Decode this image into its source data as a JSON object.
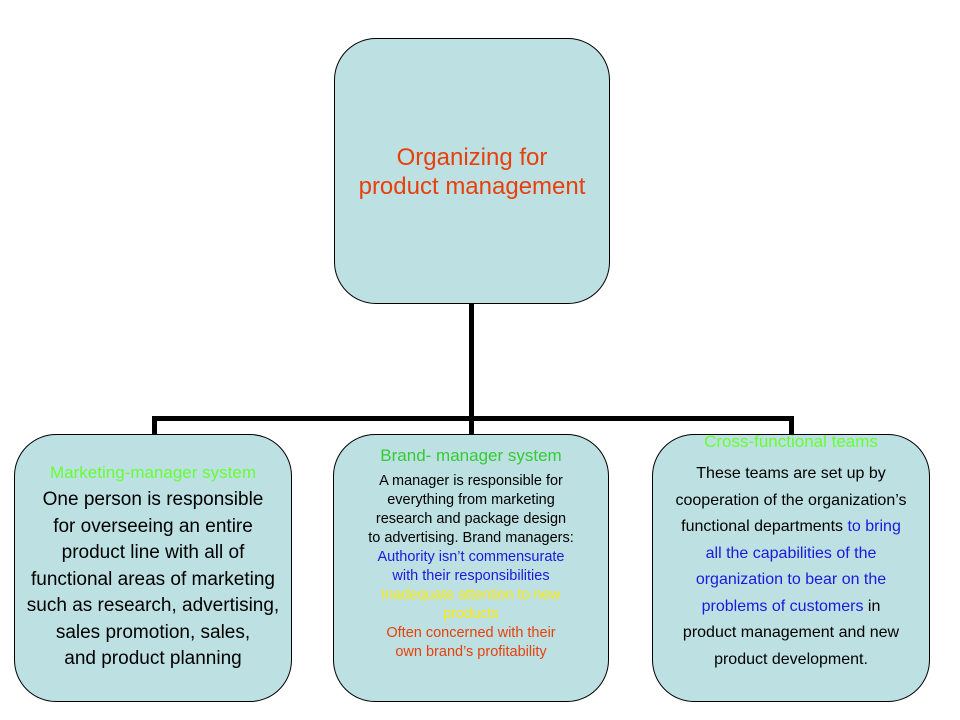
{
  "root": {
    "line1": "Organizing for",
    "line2": "product management"
  },
  "children": [
    {
      "heading": "Marketing-manager system",
      "lines": [
        "One person is responsible",
        "for overseeing an entire",
        "product line with all of",
        "functional areas of marketing",
        "such as research, advertising,",
        "sales promotion, sales,",
        "and product planning"
      ]
    },
    {
      "heading": "Brand- manager system",
      "intro_lines": [
        "A manager is responsible for",
        "everything from marketing",
        "research and package design",
        "to advertising. Brand managers:"
      ],
      "blue_lines": [
        "Authority isn’t commensurate",
        "with their responsibilities"
      ],
      "yellow_lines": [
        "Inadequate attention to new",
        "products"
      ],
      "red_lines": [
        "Often concerned with their",
        "own brand’s profitability"
      ]
    },
    {
      "heading": "Cross-functional teams",
      "line1": "These teams are set up by",
      "line2": "cooperation of the organization’s",
      "line3_black": "functional departments ",
      "line3_blue": "to bring",
      "line4": "all the capabilities of the",
      "line5": "organization to bear on the",
      "line6_blue": "problems of customers",
      "line6_black": " in",
      "line7": "product management and new",
      "line8": "product development."
    }
  ],
  "colors": {
    "box_fill": "#bde0e2",
    "root_text": "#e8400c",
    "heading_green": "#66ff33",
    "blue_text": "#1a1adb",
    "yellow_text": "#ffea00",
    "red_text": "#e8400c"
  }
}
